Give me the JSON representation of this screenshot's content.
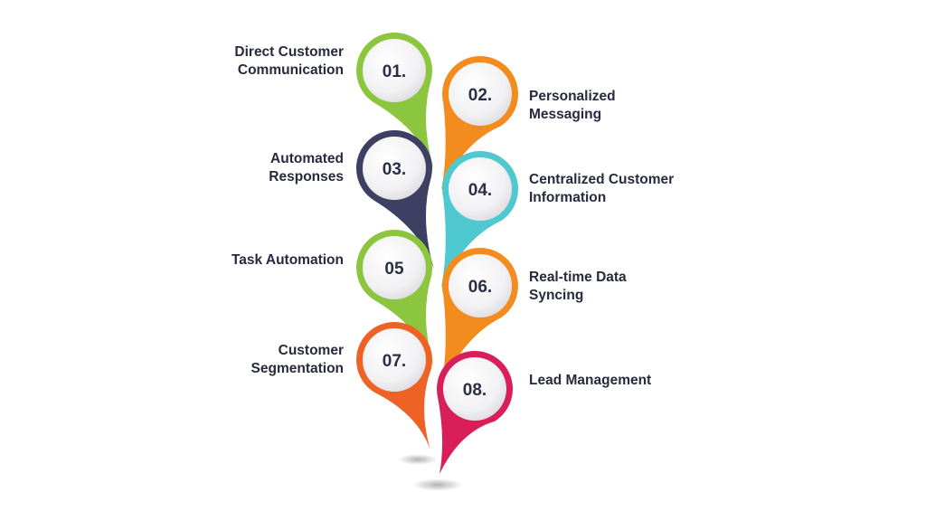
{
  "steps": [
    {
      "number": "01.",
      "label": "Direct Customer\nCommunication",
      "color": "#8cc63f"
    },
    {
      "number": "02.",
      "label": "Personalized\nMessaging",
      "color": "#f28c1e"
    },
    {
      "number": "03.",
      "label": "Automated\nResponses",
      "color": "#3d3f63"
    },
    {
      "number": "04.",
      "label": "Centralized Customer\nInformation",
      "color": "#4fc8d0"
    },
    {
      "number": "05",
      "label": "Task Automation",
      "color": "#8cc63f"
    },
    {
      "number": "06.",
      "label": "Real-time Data\nSyncing",
      "color": "#f28c1e"
    },
    {
      "number": "07.",
      "label": "Customer\nSegmentation",
      "color": "#ee6325"
    },
    {
      "number": "08.",
      "label": "Lead Management",
      "color": "#d81f5a"
    }
  ]
}
